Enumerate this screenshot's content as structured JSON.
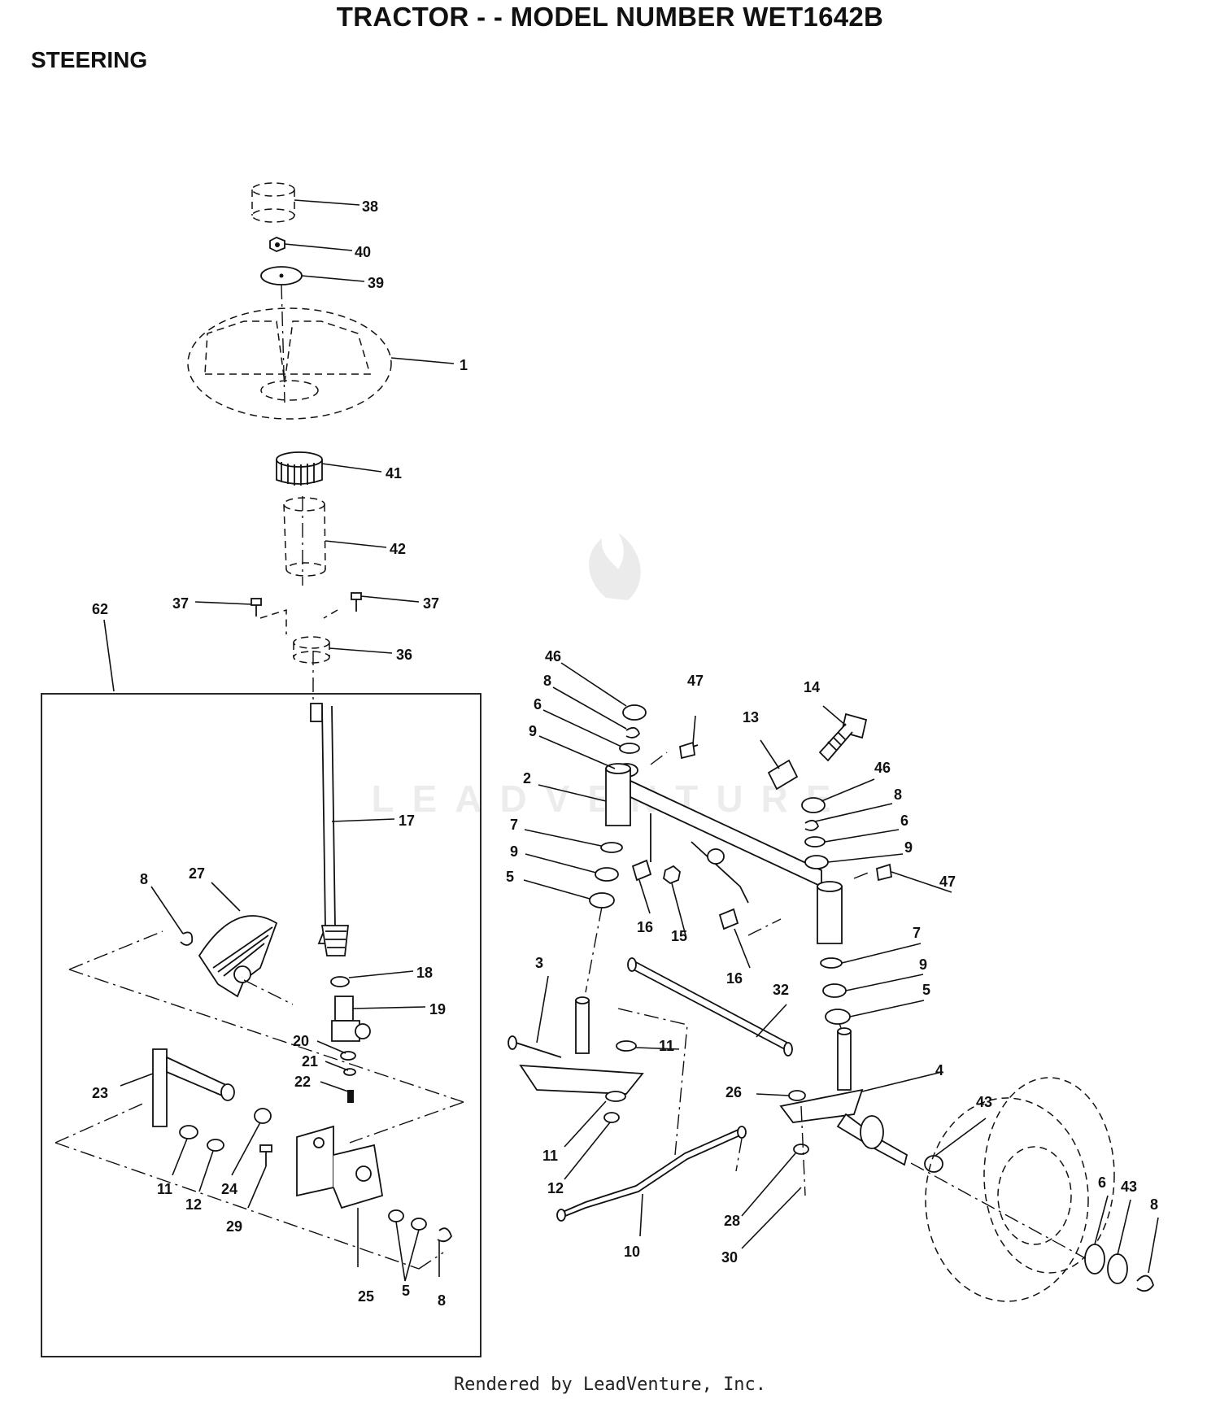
{
  "header": {
    "title": "TRACTOR - - MODEL NUMBER WET1642B",
    "section": "STEERING"
  },
  "footer": {
    "text": "Rendered by LeadVenture, Inc."
  },
  "watermark": {
    "text": "LEADVENTURE",
    "icon": "flame-logo-icon"
  },
  "callouts": [
    {
      "id": "c38",
      "label": "38"
    },
    {
      "id": "c40",
      "label": "40"
    },
    {
      "id": "c39",
      "label": "39"
    },
    {
      "id": "c1",
      "label": "1"
    },
    {
      "id": "c41",
      "label": "41"
    },
    {
      "id": "c42",
      "label": "42"
    },
    {
      "id": "c62",
      "label": "62"
    },
    {
      "id": "c37a",
      "label": "37"
    },
    {
      "id": "c37b",
      "label": "37"
    },
    {
      "id": "c36",
      "label": "36"
    },
    {
      "id": "c17",
      "label": "17"
    },
    {
      "id": "c27",
      "label": "27"
    },
    {
      "id": "c8a",
      "label": "8"
    },
    {
      "id": "c18",
      "label": "18"
    },
    {
      "id": "c19",
      "label": "19"
    },
    {
      "id": "c20",
      "label": "20"
    },
    {
      "id": "c21",
      "label": "21"
    },
    {
      "id": "c22",
      "label": "22"
    },
    {
      "id": "c23",
      "label": "23"
    },
    {
      "id": "c11a",
      "label": "11"
    },
    {
      "id": "c12a",
      "label": "12"
    },
    {
      "id": "c24",
      "label": "24"
    },
    {
      "id": "c29",
      "label": "29"
    },
    {
      "id": "c25",
      "label": "25"
    },
    {
      "id": "c5a",
      "label": "5"
    },
    {
      "id": "c8b",
      "label": "8"
    },
    {
      "id": "c46a",
      "label": "46"
    },
    {
      "id": "c8c",
      "label": "8"
    },
    {
      "id": "c6a",
      "label": "6"
    },
    {
      "id": "c9a",
      "label": "9"
    },
    {
      "id": "c47a",
      "label": "47"
    },
    {
      "id": "c2",
      "label": "2"
    },
    {
      "id": "c13",
      "label": "13"
    },
    {
      "id": "c14",
      "label": "14"
    },
    {
      "id": "c46b",
      "label": "46"
    },
    {
      "id": "c8d",
      "label": "8"
    },
    {
      "id": "c6b",
      "label": "6"
    },
    {
      "id": "c9b",
      "label": "9"
    },
    {
      "id": "c7a",
      "label": "7"
    },
    {
      "id": "c9c",
      "label": "9"
    },
    {
      "id": "c5b",
      "label": "5"
    },
    {
      "id": "c16a",
      "label": "16"
    },
    {
      "id": "c15",
      "label": "15"
    },
    {
      "id": "c47b",
      "label": "47"
    },
    {
      "id": "c16b",
      "label": "16"
    },
    {
      "id": "c7b",
      "label": "7"
    },
    {
      "id": "c9d",
      "label": "9"
    },
    {
      "id": "c5c",
      "label": "5"
    },
    {
      "id": "c3",
      "label": "3"
    },
    {
      "id": "c32",
      "label": "32"
    },
    {
      "id": "c11b",
      "label": "11"
    },
    {
      "id": "c4",
      "label": "4"
    },
    {
      "id": "c26",
      "label": "26"
    },
    {
      "id": "c43a",
      "label": "43"
    },
    {
      "id": "c11c",
      "label": "11"
    },
    {
      "id": "c12b",
      "label": "12"
    },
    {
      "id": "c10",
      "label": "10"
    },
    {
      "id": "c28",
      "label": "28"
    },
    {
      "id": "c30",
      "label": "30"
    },
    {
      "id": "c6c",
      "label": "6"
    },
    {
      "id": "c43b",
      "label": "43"
    },
    {
      "id": "c8e",
      "label": "8"
    }
  ]
}
